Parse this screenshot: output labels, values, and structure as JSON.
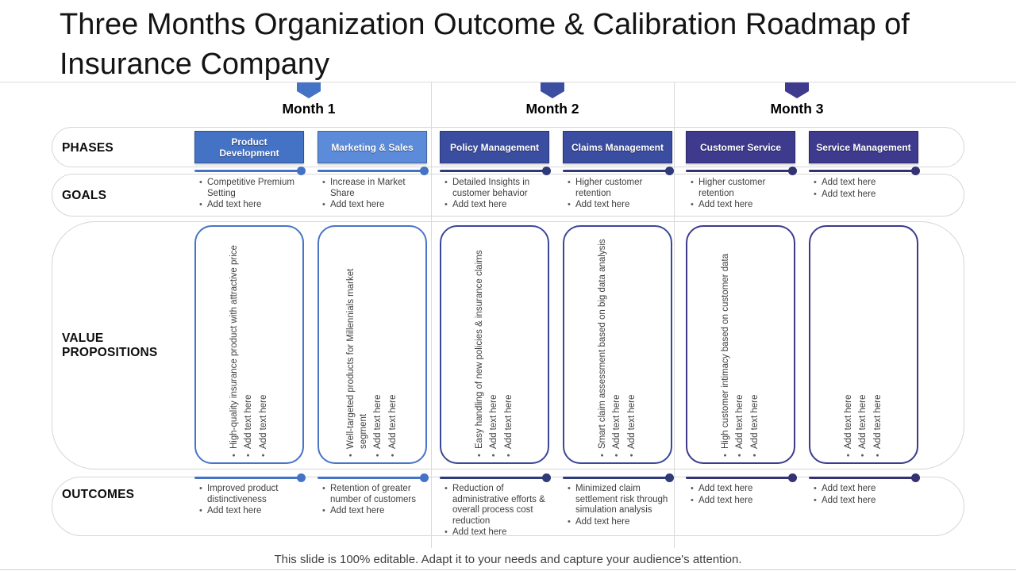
{
  "title": {
    "line1": "Three Months Organization Outcome & Calibration Roadmap of",
    "line2": "Insurance Company"
  },
  "footer": "This slide is 100% editable. Adapt it to your needs and capture your audience's attention.",
  "rows": {
    "phases": "PHASES",
    "goals": "GOALS",
    "value_propositions": "VALUE PROPOSITIONS",
    "outcomes": "OUTCOMES"
  },
  "months": [
    {
      "label": "Month 1",
      "color": "#4472C4"
    },
    {
      "label": "Month 2",
      "color": "#3C4EA2"
    },
    {
      "label": "Month 3",
      "color": "#3E3A8E"
    }
  ],
  "columns": [
    {
      "phase": "Product Development",
      "colors": {
        "box": "#4472C4",
        "line": "#4472C4",
        "vp_border": "#4775C5"
      },
      "goals": [
        "Competitive Premium Setting",
        "Add text here"
      ],
      "value_propositions": [
        "High-quality insurance product with attractive price",
        "Add text here",
        "Add text here"
      ],
      "outcomes": [
        "Improved product distinctiveness",
        "Add text here"
      ]
    },
    {
      "phase": "Marketing & Sales",
      "colors": {
        "box": "#5B8BD9",
        "line": "#4472C4",
        "vp_border": "#4775C5"
      },
      "goals": [
        "Increase in Market Share",
        "Add text here"
      ],
      "value_propositions": [
        "Well-targeted products for Millennials market segment",
        "Add text here",
        "Add text here"
      ],
      "outcomes": [
        "Retention of greater number of customers",
        "Add text here"
      ]
    },
    {
      "phase": "Policy Management",
      "colors": {
        "box": "#3B4DA1",
        "line": "#2F3A78",
        "vp_border": "#3A4899"
      },
      "goals": [
        "Detailed Insights in customer behavior",
        "Add text here"
      ],
      "value_propositions": [
        "Easy handling of new policies & insurance claims",
        "Add text here",
        "Add text here"
      ],
      "outcomes": [
        "Reduction of administrative efforts & overall process cost reduction",
        "Add text here"
      ]
    },
    {
      "phase": "Claims Management",
      "colors": {
        "box": "#3B4DA1",
        "line": "#2F3A78",
        "vp_border": "#3A4899"
      },
      "goals": [
        "Higher customer retention",
        "Add text here"
      ],
      "value_propositions": [
        "Smart claim assessment based on big data analysis",
        "Add text here",
        "Add text here"
      ],
      "outcomes": [
        "Minimized claim settlement risk through simulation analysis",
        "Add text here"
      ]
    },
    {
      "phase": "Customer Service",
      "colors": {
        "box": "#3E3A8E",
        "line": "#343272",
        "vp_border": "#3D3A8C"
      },
      "goals": [
        "Higher customer retention",
        "Add text here"
      ],
      "value_propositions": [
        "High customer intimacy based on customer data",
        "Add text here",
        "Add text here"
      ],
      "outcomes": [
        "Add text here",
        "Add text here"
      ]
    },
    {
      "phase": "Service Management",
      "colors": {
        "box": "#3E3A8E",
        "line": "#343272",
        "vp_border": "#3D3A8C"
      },
      "goals": [
        "Add text here",
        "Add text here"
      ],
      "value_propositions": [
        "Add text here",
        "Add text here",
        "Add text here"
      ],
      "outcomes": [
        "Add text here",
        "Add text here"
      ]
    }
  ]
}
